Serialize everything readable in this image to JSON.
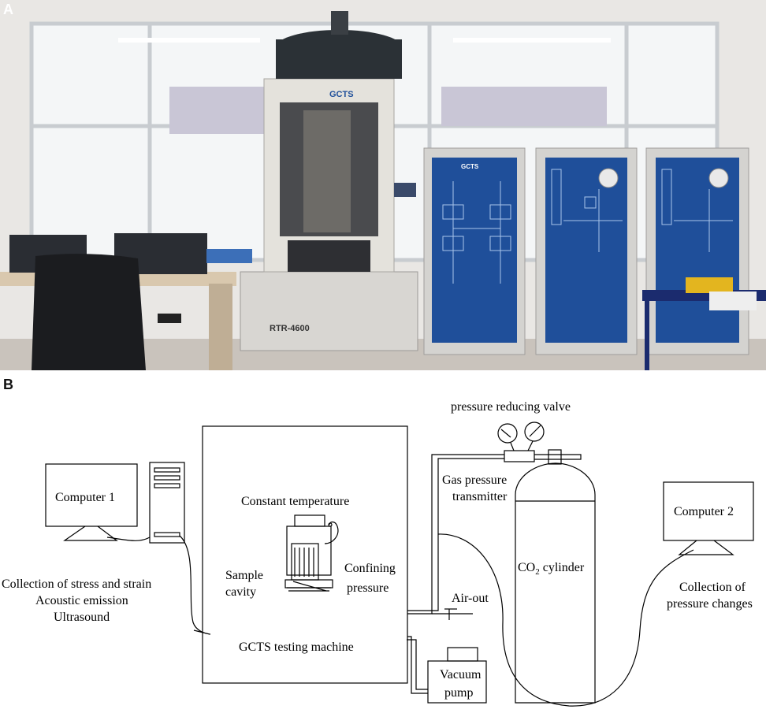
{
  "panels": {
    "a": "A",
    "b": "B"
  },
  "photo": {
    "machine_logo": "GCTS",
    "machine_model": "RTR-4600",
    "cabinet_logo": "GCTS"
  },
  "diagram": {
    "pressure_reducing_valve": "pressure reducing valve",
    "gas_pressure_transmitter": [
      "Gas pressure",
      "transmitter"
    ],
    "computer1": "Computer 1",
    "computer2": "Computer 2",
    "constant_temperature": "Constant temperature",
    "sample_cavity": [
      "Sample",
      "cavity"
    ],
    "confining_pressure": [
      "Confining",
      "pressure"
    ],
    "gcts_machine": "GCTS testing machine",
    "co2_cylinder": {
      "prefix": "CO",
      "sub": "2",
      "suffix": " cylinder"
    },
    "air_out": "Air-out",
    "vacuum_pump": [
      "Vacuum",
      "pump"
    ],
    "collection_left": [
      "Collection of stress and strain",
      "Acoustic emission",
      "Ultrasound"
    ],
    "collection_right": [
      "Collection of",
      "pressure changes"
    ]
  },
  "colors": {
    "cabinet_blue": "#1f4f9a",
    "wall": "#e9e7e4",
    "floor": "#c9c3bc"
  }
}
